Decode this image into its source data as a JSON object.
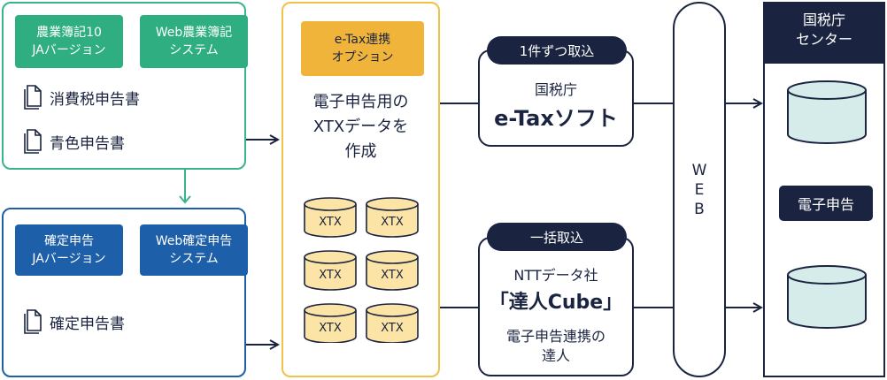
{
  "green_panel": {
    "buttons": [
      "農業簿記10\nJAバージョン",
      "Web農業簿記\nシステム"
    ],
    "docs": [
      "消費税申告書",
      "青色申告書"
    ]
  },
  "blue_panel": {
    "buttons": [
      "確定申告\nJAバージョン",
      "Web確定申告\nシステム"
    ],
    "docs": [
      "確定申告書"
    ]
  },
  "option_panel": {
    "button": "e-Tax連携\nオプション",
    "description": "電子申告用の\nXTXデータを\n作成",
    "files": [
      "XTX",
      "XTX",
      "XTX",
      "XTX",
      "XTX",
      "XTX"
    ]
  },
  "proc_top": {
    "pill": "1件ずつ取込",
    "line1": "国税庁",
    "line2": "e-Taxソフト"
  },
  "proc_bottom": {
    "pill": "一括取込",
    "line1": "NTTデータ社",
    "line2": "「達人Cube」",
    "line3": "電子申告連携の\n達人"
  },
  "web": {
    "letters": [
      "W",
      "E",
      "B"
    ]
  },
  "center": {
    "title": "国税庁\nセンター",
    "badge": "電子申告"
  },
  "colors": {
    "green": "#2fae82",
    "blue": "#1d5fa8",
    "yellow": "#f0b43a",
    "navy": "#1a2440",
    "cylinder_fill": "#d5ecea",
    "xtx_fill": "#fbe4a6"
  }
}
